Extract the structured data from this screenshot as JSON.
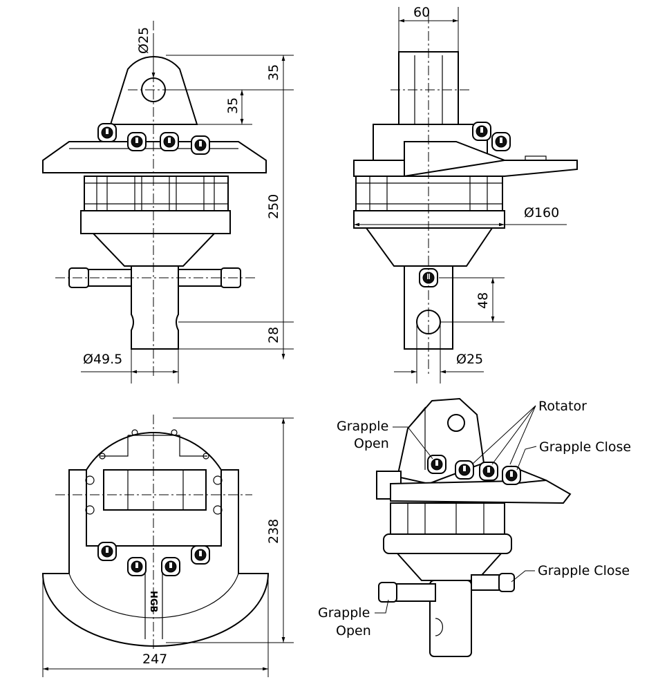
{
  "title": "Rotator technical drawing",
  "views": {
    "front": {
      "dims": {
        "eye_diameter": "Ø25",
        "lug_top": "35",
        "lug_hole": "35",
        "overall_height": "250",
        "shaft_end": "28",
        "shaft_diameter": "Ø49.5"
      }
    },
    "side": {
      "dims": {
        "lug_width": "60",
        "flange_diameter": "Ø160",
        "hole_spacing": "48",
        "hole_diameter": "Ø25"
      }
    },
    "bottom": {
      "dims": {
        "height": "238",
        "width": "247"
      },
      "logo_text": "HGB"
    },
    "isometric": {
      "callouts": {
        "rotator": "Rotator",
        "grapple_open_top": [
          "Grapple",
          "Open"
        ],
        "grapple_close_top": "Grapple Close",
        "grapple_close_bottom": "Grapple Close",
        "grapple_open_bottom": [
          "Grapple",
          "Open"
        ]
      }
    }
  }
}
